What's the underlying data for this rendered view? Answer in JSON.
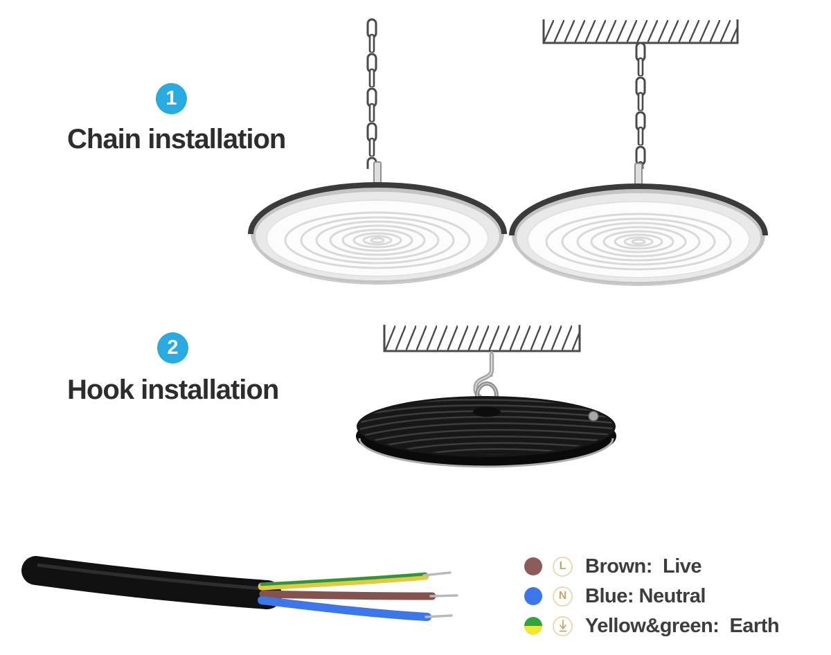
{
  "sections": {
    "chain": {
      "badge": "1",
      "title": "Chain installation"
    },
    "hook": {
      "badge": "2",
      "title": "Hook installation"
    }
  },
  "legend": {
    "rows": [
      {
        "name": "live",
        "dot_color": "#8e5b5b",
        "symbol": "L",
        "label": "Brown:  Live"
      },
      {
        "name": "neutral",
        "dot_color": "#3b76ea",
        "symbol": "N",
        "label": "Blue: Neutral"
      },
      {
        "name": "earth",
        "dot_color_top": "#2fa43c",
        "dot_color_bottom": "#f1e535",
        "symbol": "earth-arrow",
        "label": "Yellow&green:  Earth"
      }
    ]
  },
  "colors": {
    "badge_blue": "#29abe2",
    "heading_text": "#2d2d2d",
    "line_art": "#4a4a4a",
    "symbol_gold": "#c9a366",
    "cable_sheath": "#111111",
    "wire_brown": "#85534d",
    "wire_blue": "#3b76ea",
    "wire_yellow": "#e2ca3d",
    "wire_green": "#2e9440",
    "heatsink_black": "#171717"
  }
}
